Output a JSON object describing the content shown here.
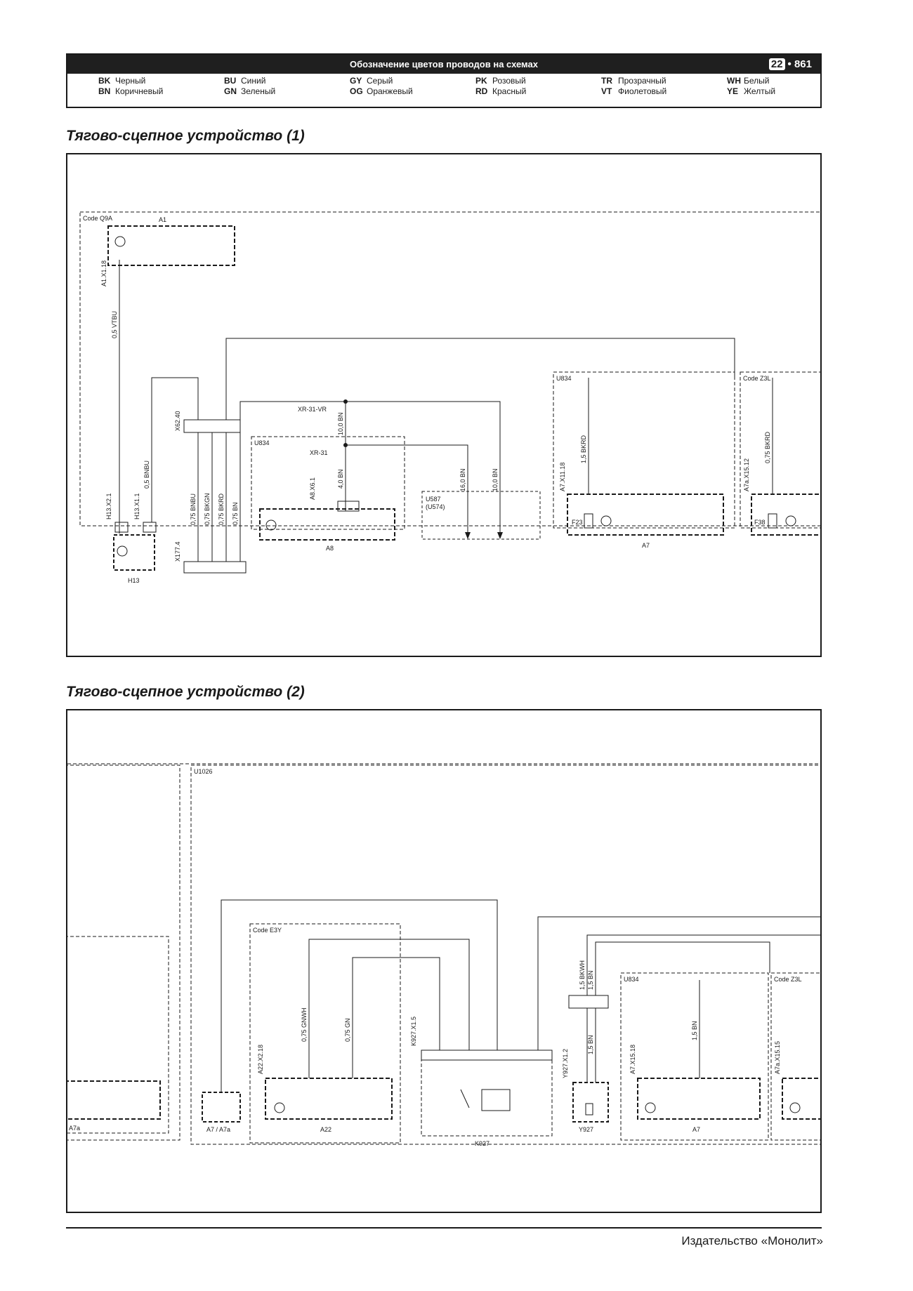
{
  "header": {
    "title": "Обозначение цветов проводов на схемах",
    "chapter": "22",
    "page": "861",
    "colors": [
      {
        "code": "BK",
        "name": "Черный"
      },
      {
        "code": "BN",
        "name": "Коричневый"
      },
      {
        "code": "BU",
        "name": "Синий"
      },
      {
        "code": "GN",
        "name": "Зеленый"
      },
      {
        "code": "GY",
        "name": "Серый"
      },
      {
        "code": "OG",
        "name": "Оранжевый"
      },
      {
        "code": "PK",
        "name": "Розовый"
      },
      {
        "code": "RD",
        "name": "Красный"
      },
      {
        "code": "TR",
        "name": "Прозрачный"
      },
      {
        "code": "VT",
        "name": "Фиолетовый"
      },
      {
        "code": "WH",
        "name": "Белый"
      },
      {
        "code": "YE",
        "name": "Желтый"
      }
    ]
  },
  "diagram1": {
    "title": "Тягово-сцепное устройство (1)",
    "labels": {
      "code_q9a": "Code Q9A",
      "a1": "A1",
      "a1_x1_18": "A1.X1.18",
      "wire_05vtbu": "0,5 VTBU",
      "h13": "H13",
      "h13_x2_1": "H13.X2.1",
      "h13_x1_1": "H13.X1.1",
      "wire_05bnbu": "0,5 BNBU",
      "x62_40": "X62.40",
      "x177_4": "X177.4",
      "w_075bnbu": "0,75 BNBU",
      "w_075bkgn": "0,75 BKGN",
      "w_075bkrd": "0,75 BKRD",
      "w_075bn": "0,75 BN",
      "xr31vr": "XR-31-VR",
      "xr31": "XR-31",
      "w_100bn_a": "10,0 BN",
      "w_40bn": "4,0 BN",
      "w_160bn": "16,0 BN",
      "w_100bn_b": "10,0 BN",
      "u834_a8": "U834",
      "a8_x6_1": "A8.X6.1",
      "a8": "A8",
      "u587": "U587",
      "u574": "(U574)",
      "u834_a7": "U834",
      "a7_x11_18": "A7.X11.18",
      "w_15bkrd": "1,5 BKRD",
      "f23": "F23",
      "a7": "A7",
      "code_z3l": "Code Z3L",
      "a7a_x15_12": "A7a.X15.12",
      "w_075bkrd2": "0,75 BKRD",
      "f38": "F38"
    }
  },
  "diagram2": {
    "title": "Тягово-сцепное устройство (2)",
    "labels": {
      "u1026": "U1026",
      "a7a_left": "A7a",
      "a7_a7a": "A7 / A7a",
      "code_e3y": "Code E3Y",
      "a22_x2_18": "A22.X2.18",
      "w_075gnwh": "0,75 GNWH",
      "w_075gn": "0,75 GN",
      "a22": "A22",
      "k927_x1_5": "K927.X1.5",
      "k927": "K927",
      "y927_x1_2": "Y927.X1.2",
      "w_15bkwh": "1,5 BKWH",
      "w_15bn_a": "1,5 BN",
      "w_15bn_b": "1,5 BN",
      "y927": "Y927",
      "u834": "U834",
      "a7_x15_18": "A7.X15.18",
      "w_15bn_c": "1,5 BN",
      "a7": "A7",
      "code_z3l": "Code Z3L",
      "a7a_x15_15": "A7a.X15.15"
    }
  },
  "footer": {
    "publisher": "Издательство «Монолит»"
  }
}
